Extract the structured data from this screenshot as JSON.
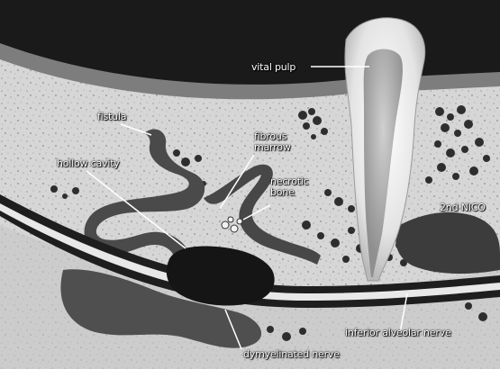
{
  "diagram": {
    "labels": {
      "vital_pulp": "vital pulp",
      "fistula": "fistula",
      "hollow_cavity": "hollow cavity",
      "fibrous_marrow": "fibrous\nmarrow",
      "necrotic_bone": "necrotic\nbone",
      "second_nico": "2nd NICO",
      "inferior_alveolar_nerve": "inferior alveolar nerve",
      "dymyelinated_nerve": "dymyelinated nerve"
    },
    "colors": {
      "soft_tissue": "#121212",
      "bone": "#d8d8d8",
      "cortex": "#8a8a8a",
      "lesion": "#3e3e3e",
      "tooth": "#f0f0f0"
    }
  }
}
